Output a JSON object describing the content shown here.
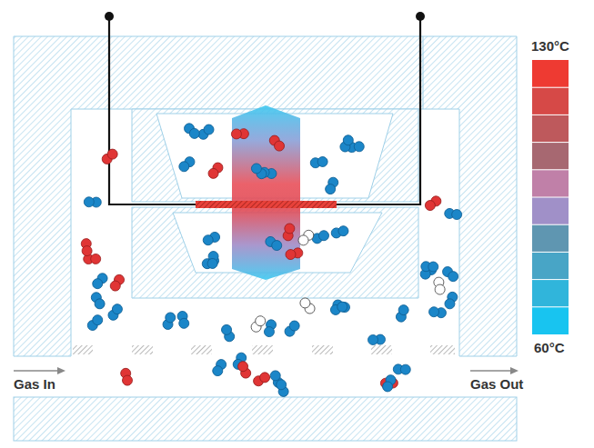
{
  "diagram": {
    "labels": [
      "130°C",
      "60°C",
      "Gas In",
      "Gas Out"
    ]
  }
}
